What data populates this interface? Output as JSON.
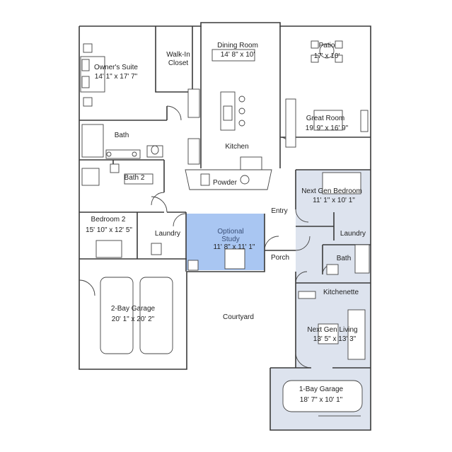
{
  "rooms": {
    "owners_suite": {
      "name": "Owner's Suite",
      "dims": "14' 1\" x 17' 7\""
    },
    "walk_in_closet": {
      "line1": "Walk-In",
      "line2": "Closet"
    },
    "dining_room": {
      "name": "Dining Room",
      "dims": "14' 8\" x 10'"
    },
    "patio": {
      "name": "Patio",
      "dims": "17' x 10'"
    },
    "bath": {
      "name": "Bath"
    },
    "great_room": {
      "name": "Great Room",
      "dims": "19' 9\" x 16' 9\""
    },
    "kitchen": {
      "name": "Kitchen"
    },
    "bath_2": {
      "name": "Bath 2"
    },
    "powder": {
      "name": "Powder"
    },
    "next_gen_bedroom": {
      "name": "Next Gen Bedroom",
      "dims": "11' 1\" x 10' 1\""
    },
    "entry": {
      "name": "Entry"
    },
    "bedroom_2": {
      "name": "Bedroom 2",
      "dims": "15' 10\" x 12' 5\""
    },
    "laundry": {
      "name": "Laundry"
    },
    "optional_study": {
      "line1": "Optional",
      "line2": "Study",
      "dims": "11' 8\" x 11' 1\""
    },
    "ng_laundry": {
      "name": "Laundry"
    },
    "porch": {
      "name": "Porch"
    },
    "ng_bath": {
      "name": "Bath"
    },
    "kitchenette": {
      "name": "Kitchenette"
    },
    "two_bay_garage": {
      "name": "2-Bay Garage",
      "dims": "20' 1\" x 20' 2\""
    },
    "courtyard": {
      "name": "Courtyard"
    },
    "next_gen_living": {
      "name": "Next Gen Living",
      "dims": "13' 5\" x 13' 3\""
    },
    "one_bay_garage": {
      "name": "1-Bay Garage",
      "dims": "18' 7\" x 10' 1\""
    }
  },
  "colors": {
    "next_gen_suite": "#dde3ee",
    "optional_study": "#a9c6f2",
    "walls": "#3a3a3a"
  }
}
